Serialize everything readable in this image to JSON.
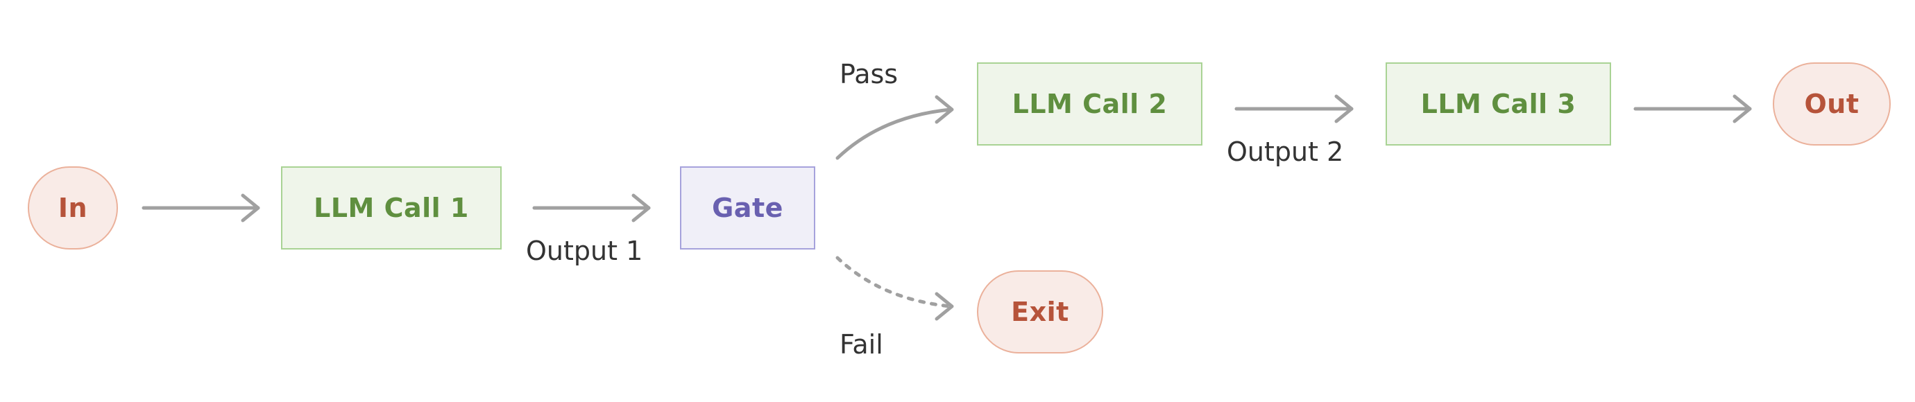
{
  "nodes": {
    "in": "In",
    "llm1": "LLM Call 1",
    "gate": "Gate",
    "llm2": "LLM Call 2",
    "llm3": "LLM Call 3",
    "out": "Out",
    "exit": "Exit"
  },
  "edge_labels": {
    "output1": "Output 1",
    "pass": "Pass",
    "fail": "Fail",
    "output2": "Output 2"
  },
  "colors": {
    "terminal_fill": "#f9ebe7",
    "terminal_border": "#ebb19b",
    "terminal_text": "#b6533a",
    "llm_fill": "#eff5ea",
    "llm_border": "#a9d394",
    "llm_text": "#5f8f3f",
    "gate_fill": "#f0eff8",
    "gate_border": "#a6a2dc",
    "gate_text": "#6960b0",
    "arrow": "#a0a0a0"
  }
}
